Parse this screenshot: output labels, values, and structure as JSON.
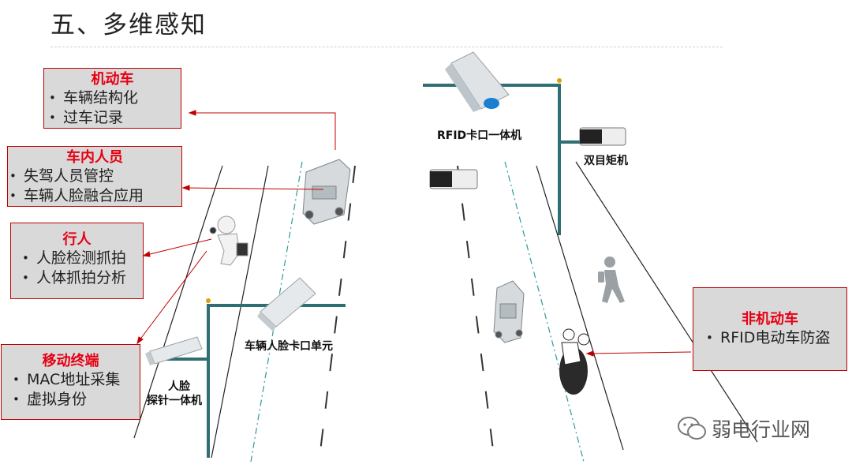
{
  "title": "五、多维感知",
  "boxes": {
    "motor": {
      "title": "机动车",
      "items": [
        "车辆结构化",
        "过车记录"
      ]
    },
    "occupant": {
      "title": "车内人员",
      "items": [
        "失驾人员管控",
        "车辆人脸融合应用"
      ]
    },
    "pedestrian": {
      "title": "行人",
      "items": [
        "人脸检测抓拍",
        "人体抓拍分析"
      ]
    },
    "mobile": {
      "title": "移动终端",
      "items": [
        "MAC地址采集",
        "虚拟身份"
      ]
    },
    "nonmotor": {
      "title": "非机动车",
      "items": [
        "RFID电动车防盗"
      ]
    }
  },
  "labels": {
    "rfid_gate": "RFID卡口一体机",
    "binocular": "双目矩机",
    "face_gate_line1": "车辆人脸卡口单元",
    "probe_line1": "人脸",
    "probe_line2": "探针一体机"
  },
  "watermark": "弱电行业网",
  "colors": {
    "accent": "#e60012",
    "pole": "#2f6f73",
    "box_bg": "#d9d9d9"
  }
}
